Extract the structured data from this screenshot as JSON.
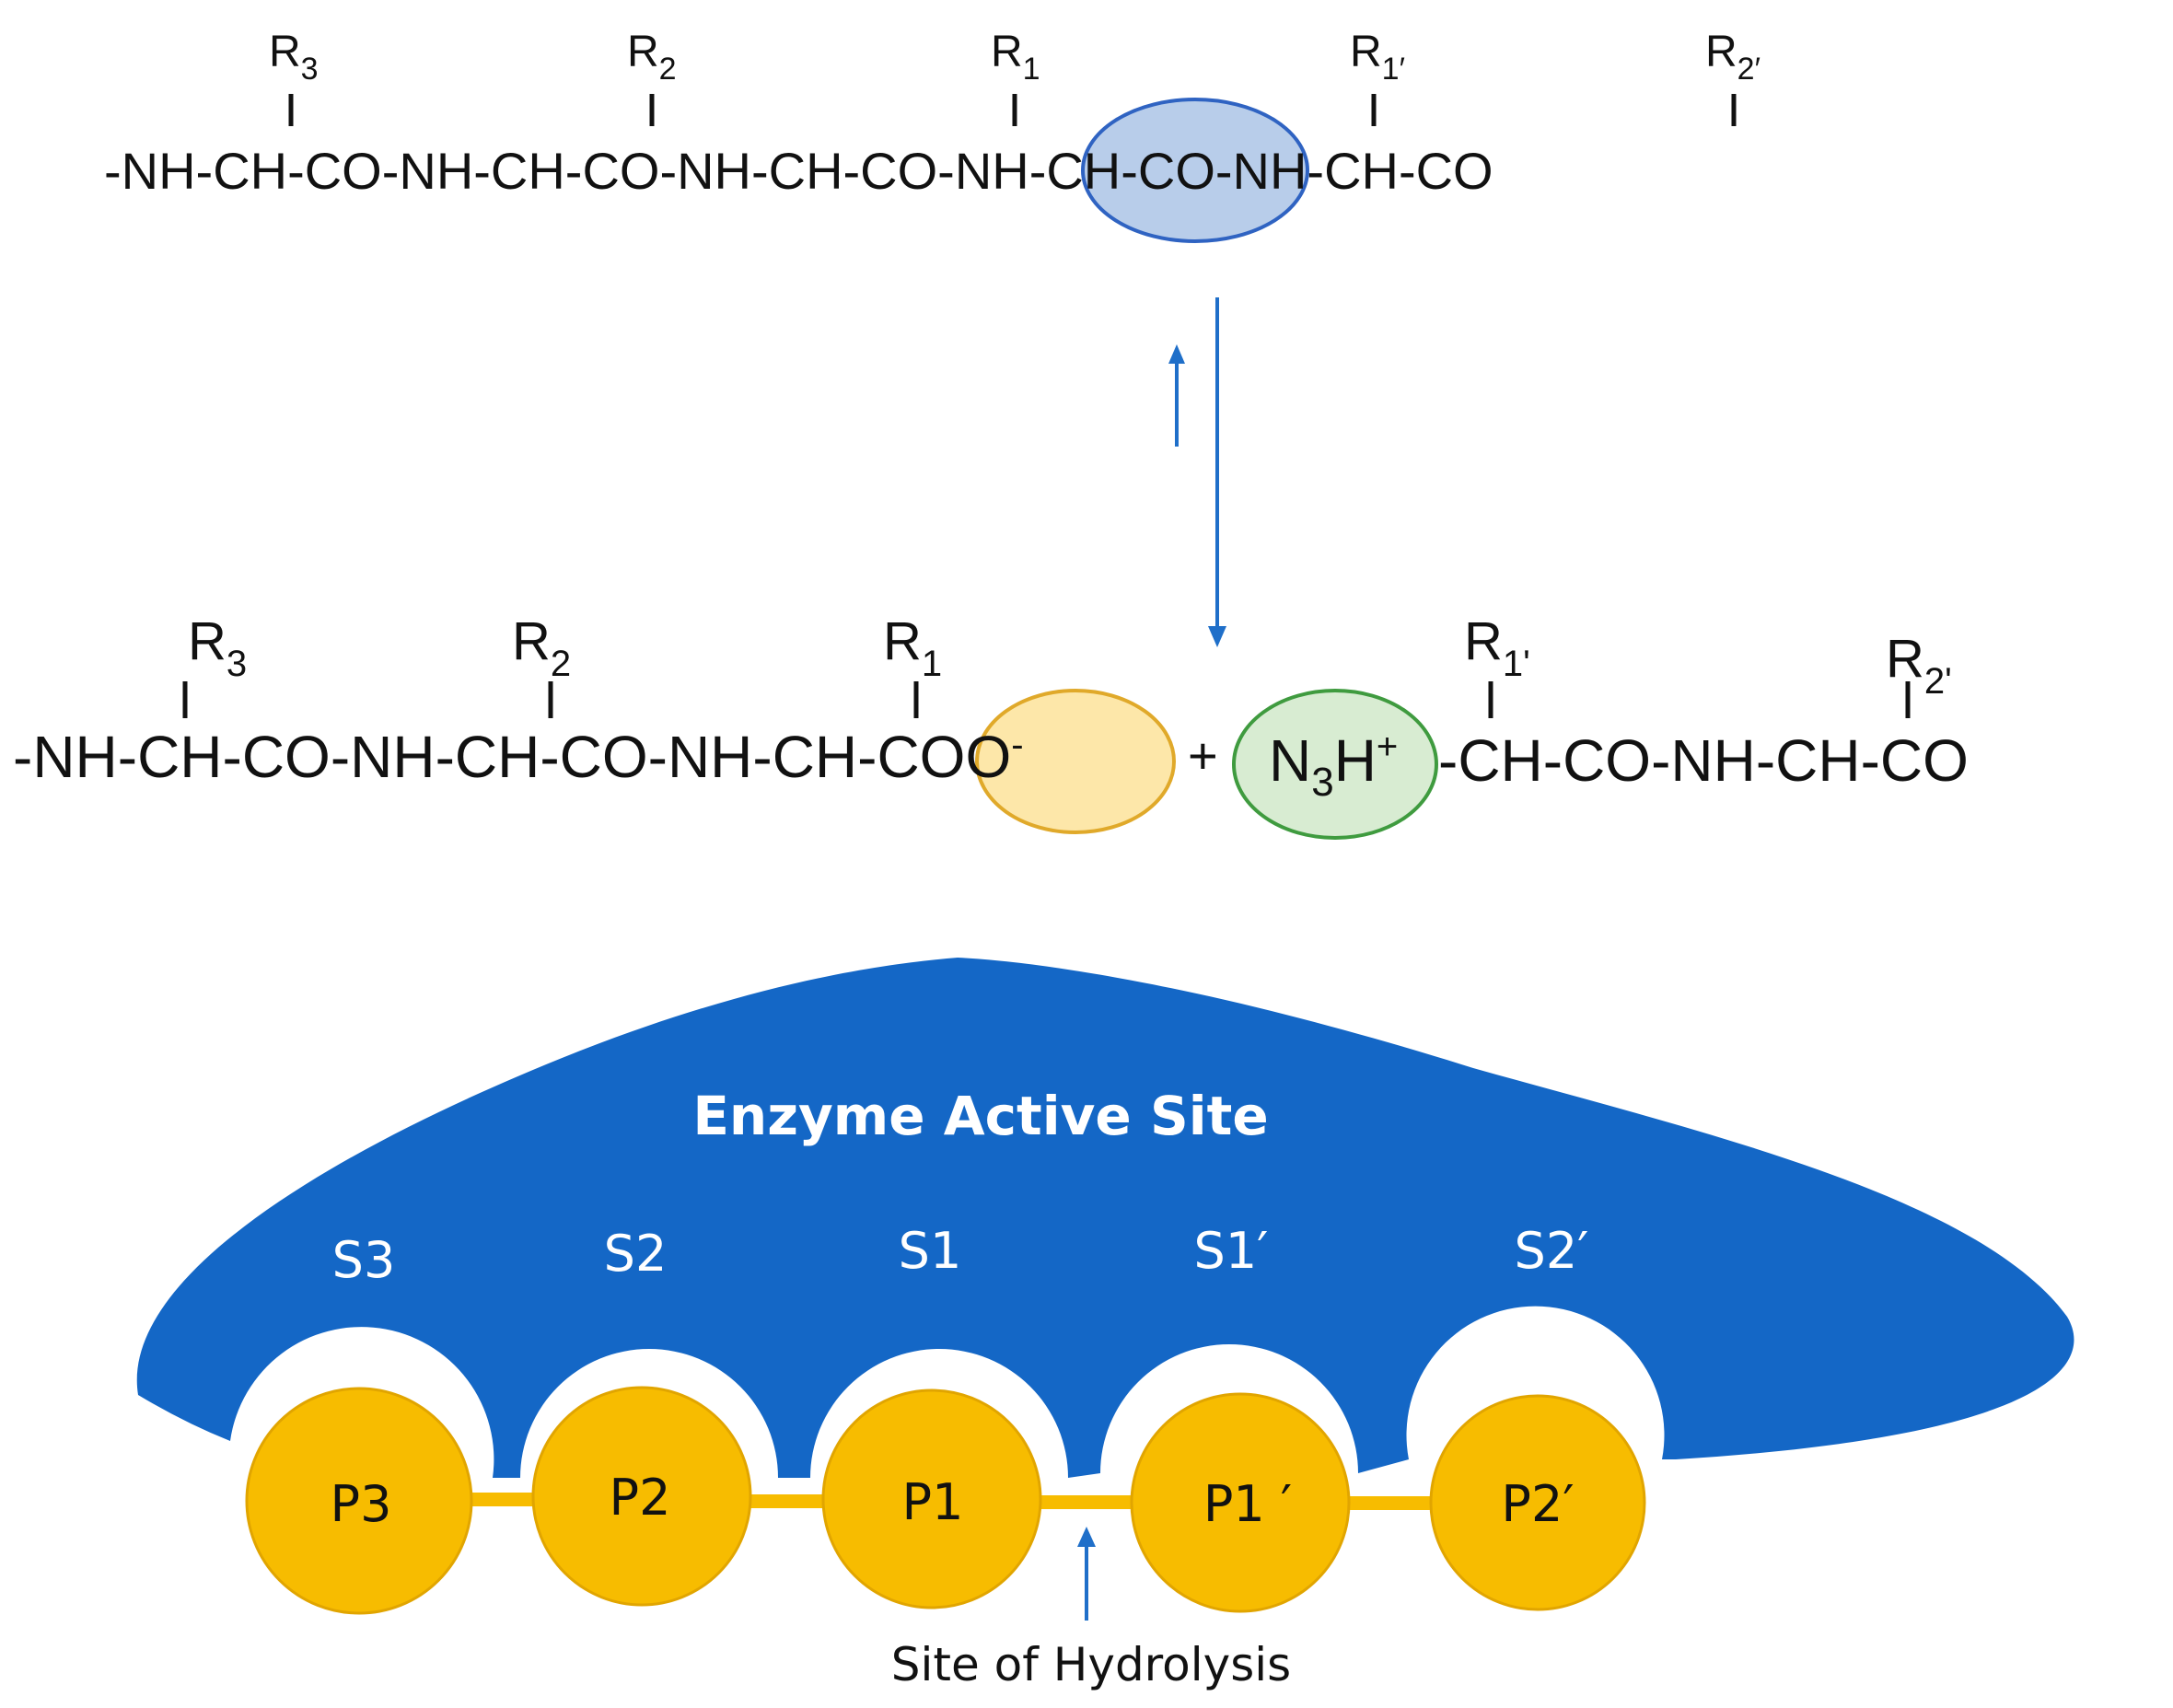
{
  "colors": {
    "text": "#111111",
    "arrow": "#1f6fc9",
    "cleaved_bond_fill": "#b8cdea",
    "cleaved_bond_stroke": "#2f63c2",
    "carboxylate_fill": "#fde7a9",
    "carboxylate_stroke": "#e0a92a",
    "amine_fill": "#d8ecd2",
    "amine_stroke": "#3f9b3f",
    "enzyme": "#1467c6",
    "residue": "#f7bc00",
    "residue_stroke": "#e1a500"
  },
  "substrate": {
    "chain": [
      "-NH-",
      "CH",
      "-CO-NH-",
      "CH",
      "-CO-NH-",
      "CH",
      "-",
      "CO-NH-",
      "CH",
      "-CO-NH-",
      "CH",
      "-CO"
    ],
    "side_chains": [
      {
        "base": "R",
        "sub": "3"
      },
      {
        "base": "R",
        "sub": "2"
      },
      {
        "base": "R",
        "sub": "1"
      },
      {
        "base": "R",
        "sub": "1′"
      },
      {
        "base": "R",
        "sub": "2′"
      }
    ]
  },
  "products": {
    "left_chain": [
      "-NH-",
      "CH",
      "-CO-NH-",
      "CH",
      "-CO-NH-",
      "CH",
      "-",
      "COO",
      "-"
    ],
    "plus": "+",
    "amine": {
      "n": "N",
      "n_sub": "3",
      "h": "H",
      "charge": "+"
    },
    "right_chain": [
      "-",
      "CH",
      "-CO-NH-",
      "CH",
      "-CO"
    ],
    "side_chains": [
      {
        "base": "R",
        "sub": "3"
      },
      {
        "base": "R",
        "sub": "2"
      },
      {
        "base": "R",
        "sub": "1"
      },
      {
        "base": "R",
        "sub": "1'"
      },
      {
        "base": "R",
        "sub": "2'"
      }
    ]
  },
  "enzyme": {
    "title": "Enzyme Active Site",
    "subsites": [
      "S3",
      "S2",
      "S1",
      "S1′",
      "S2′"
    ],
    "residues": [
      "P3",
      "P2",
      "P1",
      "P1 ′",
      "P2′"
    ],
    "hydrolysis_label": "Site of Hydrolysis"
  }
}
